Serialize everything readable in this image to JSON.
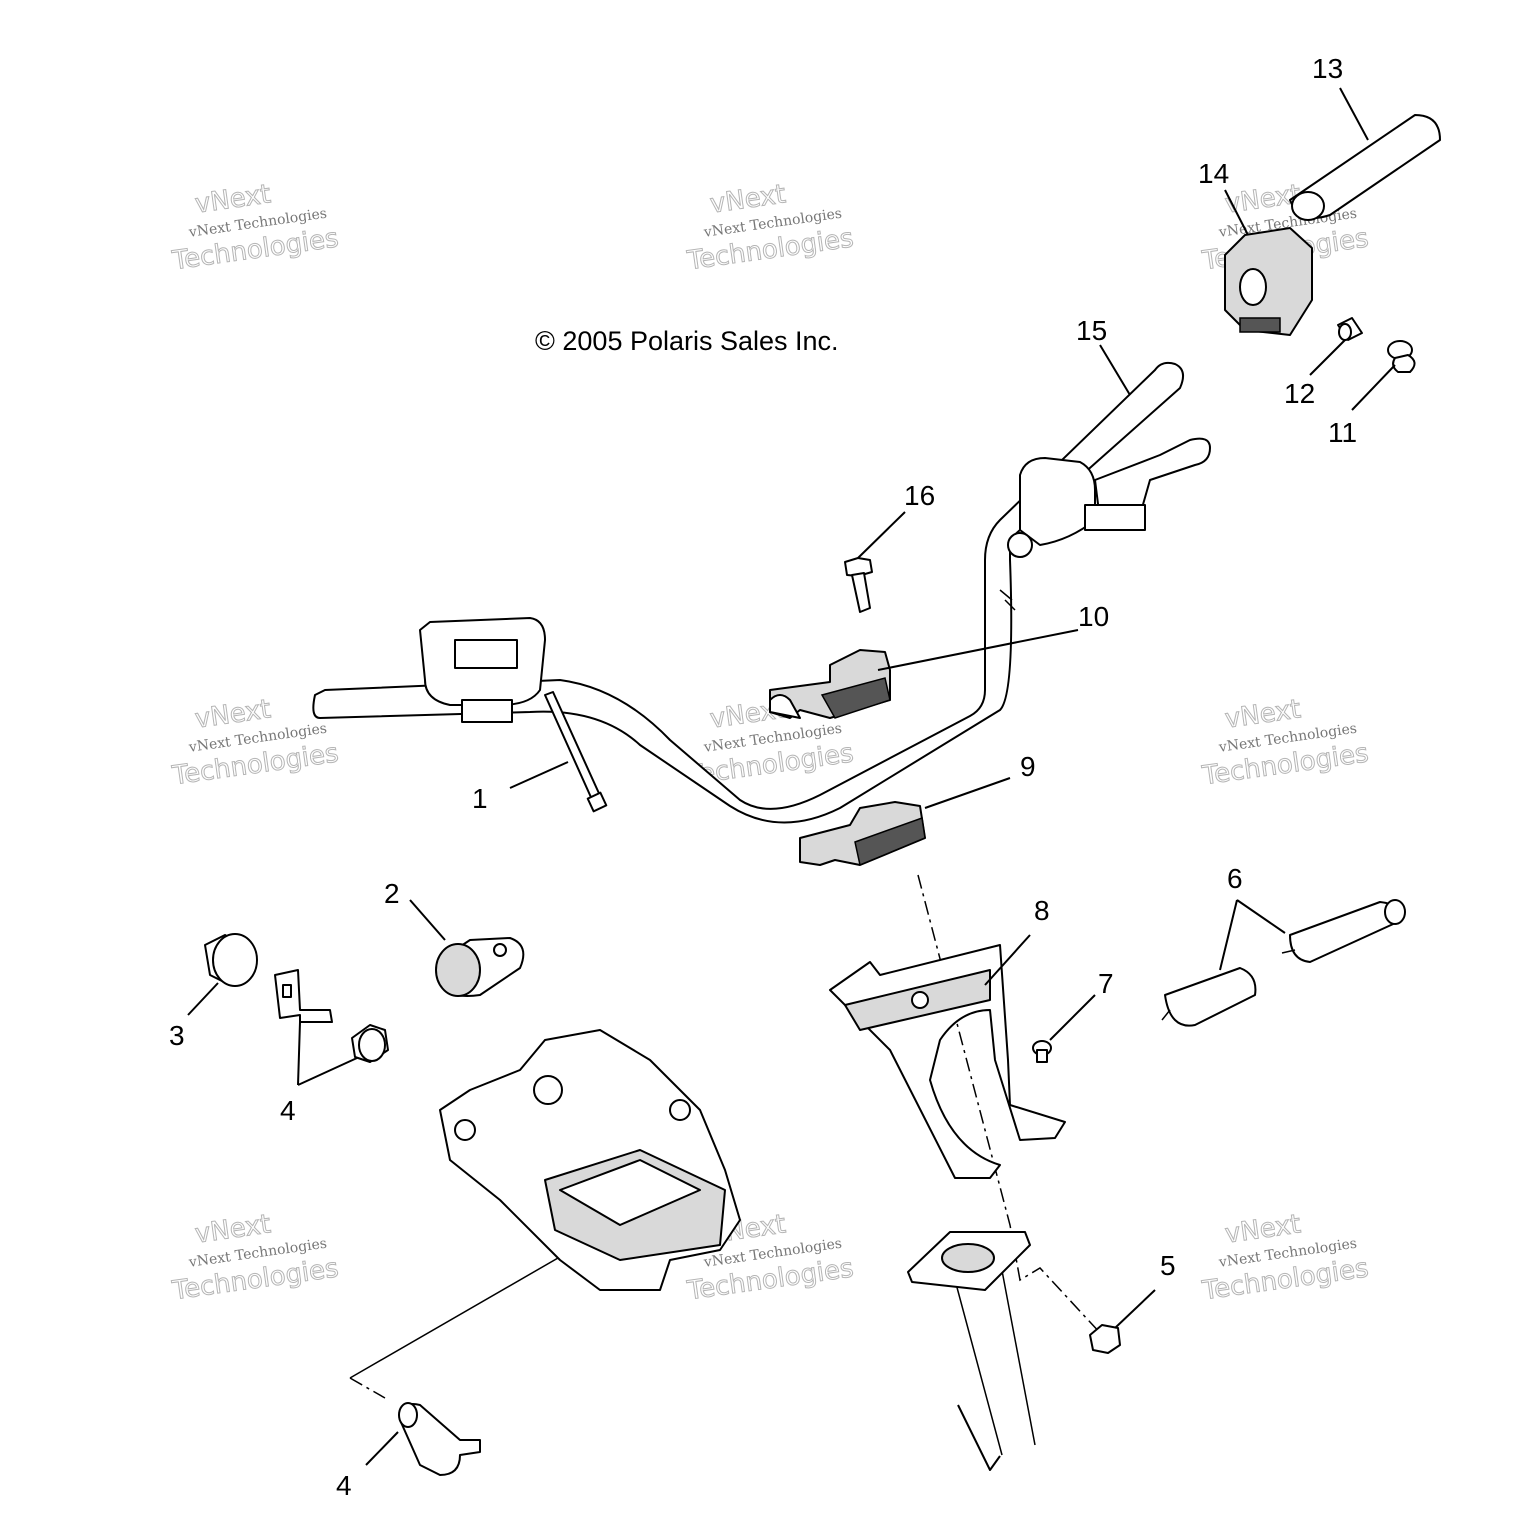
{
  "copyright": "© 2005 Polaris Sales Inc.",
  "watermark": {
    "line1": "vNext",
    "line2": "vNext Technologies",
    "line3": "Technologies"
  },
  "callouts": {
    "c1": "1",
    "c2": "2",
    "c3": "3",
    "c4a": "4",
    "c4b": "4",
    "c5": "5",
    "c6": "6",
    "c7": "7",
    "c8": "8",
    "c9": "9",
    "c10": "10",
    "c11": "11",
    "c12": "12",
    "c13": "13",
    "c14": "14",
    "c15": "15",
    "c16": "16"
  }
}
